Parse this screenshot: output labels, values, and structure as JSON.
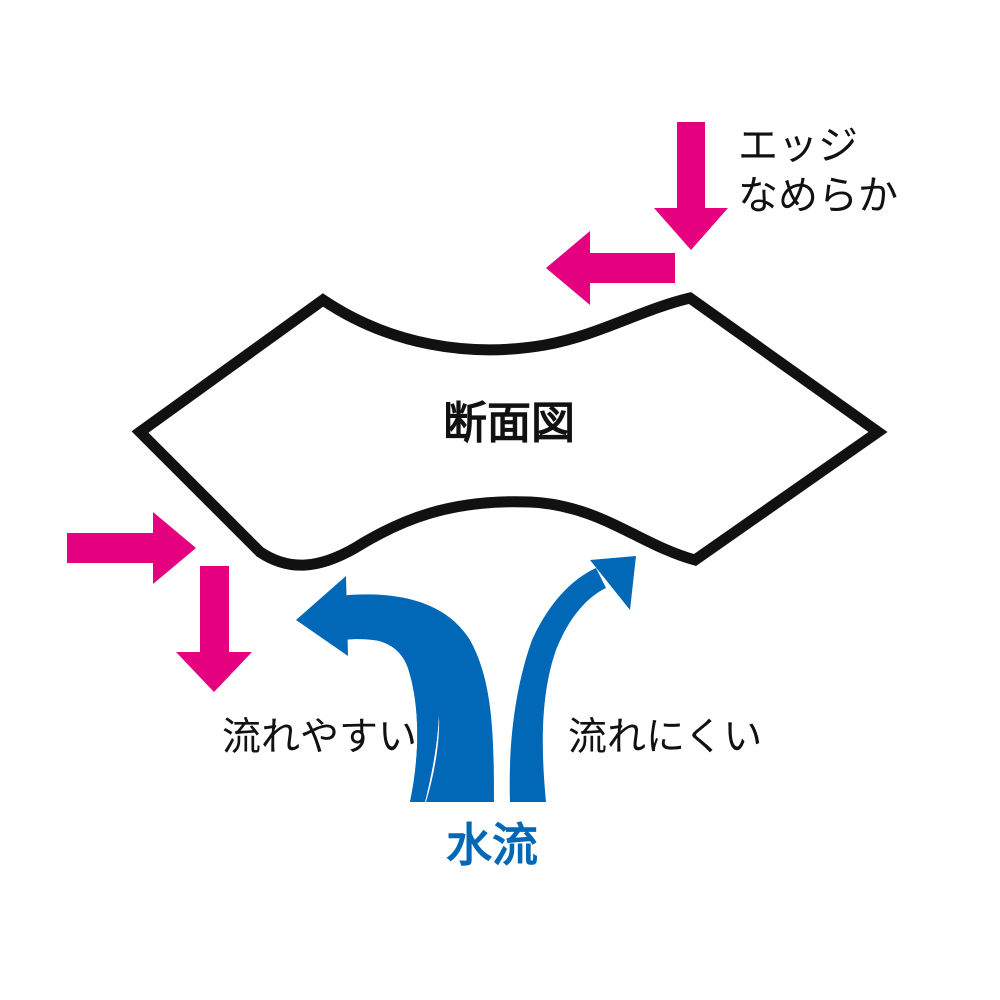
{
  "colors": {
    "arrow": "#e4007f",
    "flow": "#0068b7",
    "outline": "#111111",
    "text": "#111111"
  },
  "labels": {
    "edge_line1": "エッジ",
    "edge_line2": "なめらか",
    "cross_section": "断面図",
    "flows_easily": "流れやすい",
    "flows_poorly": "流れにくい",
    "water_flow": "水流"
  }
}
